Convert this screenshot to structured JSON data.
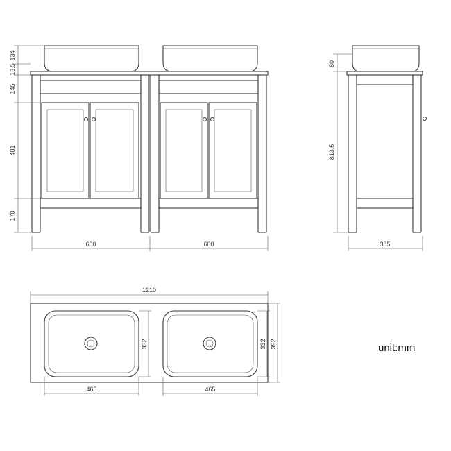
{
  "front_view": {
    "heights": [
      "134",
      "13.5",
      "145",
      "481",
      "170"
    ],
    "widths": [
      "600",
      "600"
    ]
  },
  "side_view": {
    "top_height": "80",
    "body_height": "813.5",
    "depth": "385"
  },
  "top_view": {
    "total_width": "1210",
    "basin_width_left": "465",
    "basin_width_right": "465",
    "basin_depth_left": "332",
    "basin_depth_right": "332",
    "top_depth": "392"
  },
  "unit_label": "unit:mm"
}
